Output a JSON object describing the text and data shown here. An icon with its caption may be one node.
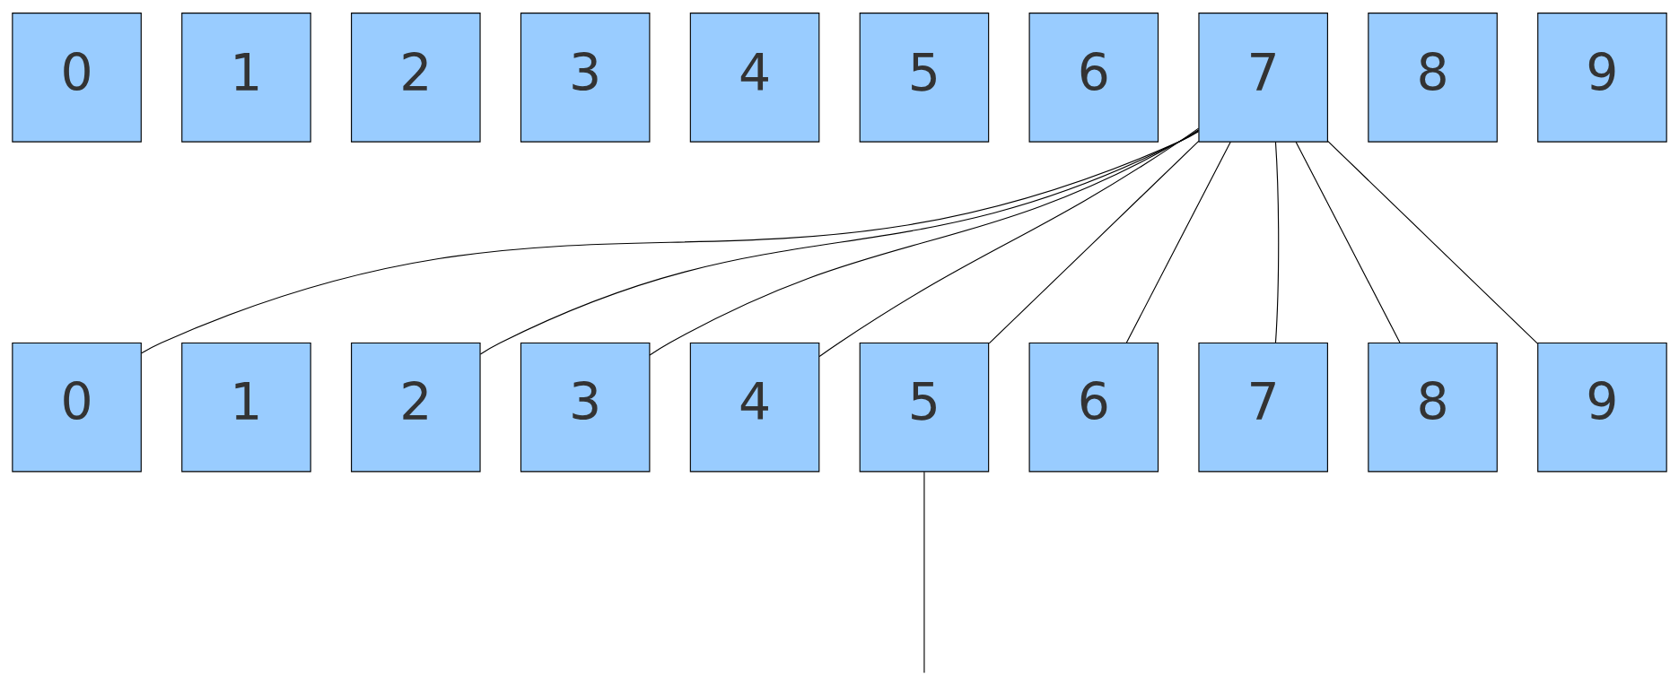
{
  "diagram": {
    "nodes": [
      {
        "text": [
          "0"
        ]
      },
      {
        "text": [
          "1"
        ]
      },
      {
        "text": [
          "2"
        ]
      },
      {
        "text": [
          "3"
        ]
      },
      {
        "text": [
          "4"
        ]
      },
      {
        "text": [
          "5"
        ]
      },
      {
        "text": [
          "6"
        ]
      },
      {
        "text": [
          "7"
        ]
      },
      {
        "text": [
          "8"
        ]
      },
      {
        "text": [
          "9"
        ]
      },
      {
        "text": [
          "0"
        ]
      },
      {
        "text": [
          "1"
        ]
      },
      {
        "text": [
          "2"
        ]
      },
      {
        "text": [
          "3"
        ]
      },
      {
        "text": [
          "4"
        ]
      },
      {
        "text": [
          "5"
        ]
      },
      {
        "text": [
          "6"
        ]
      },
      {
        "text": [
          "7"
        ]
      },
      {
        "text": [
          "8"
        ]
      },
      {
        "text": [
          "9"
        ]
      }
    ],
    "edges": [
      {
        "from": 7,
        "to": 10,
        "arrow": "none"
      },
      {
        "from": 7,
        "to": 12,
        "arrow": "none"
      },
      {
        "from": 7,
        "to": 13,
        "arrow": "none"
      },
      {
        "from": 7,
        "to": 14,
        "arrow": "none"
      },
      {
        "from": 7,
        "to": 15,
        "arrow": "none"
      },
      {
        "from": 7,
        "to": 16,
        "arrow": "none"
      },
      {
        "from": 7,
        "to": 17,
        "arrow": "none"
      },
      {
        "from": 7,
        "to": 18,
        "arrow": "none"
      },
      {
        "from": 7,
        "to": 19,
        "arrow": "none"
      },
      {
        "from": 15,
        "to": null,
        "arrow": "none"
      }
    ]
  }
}
